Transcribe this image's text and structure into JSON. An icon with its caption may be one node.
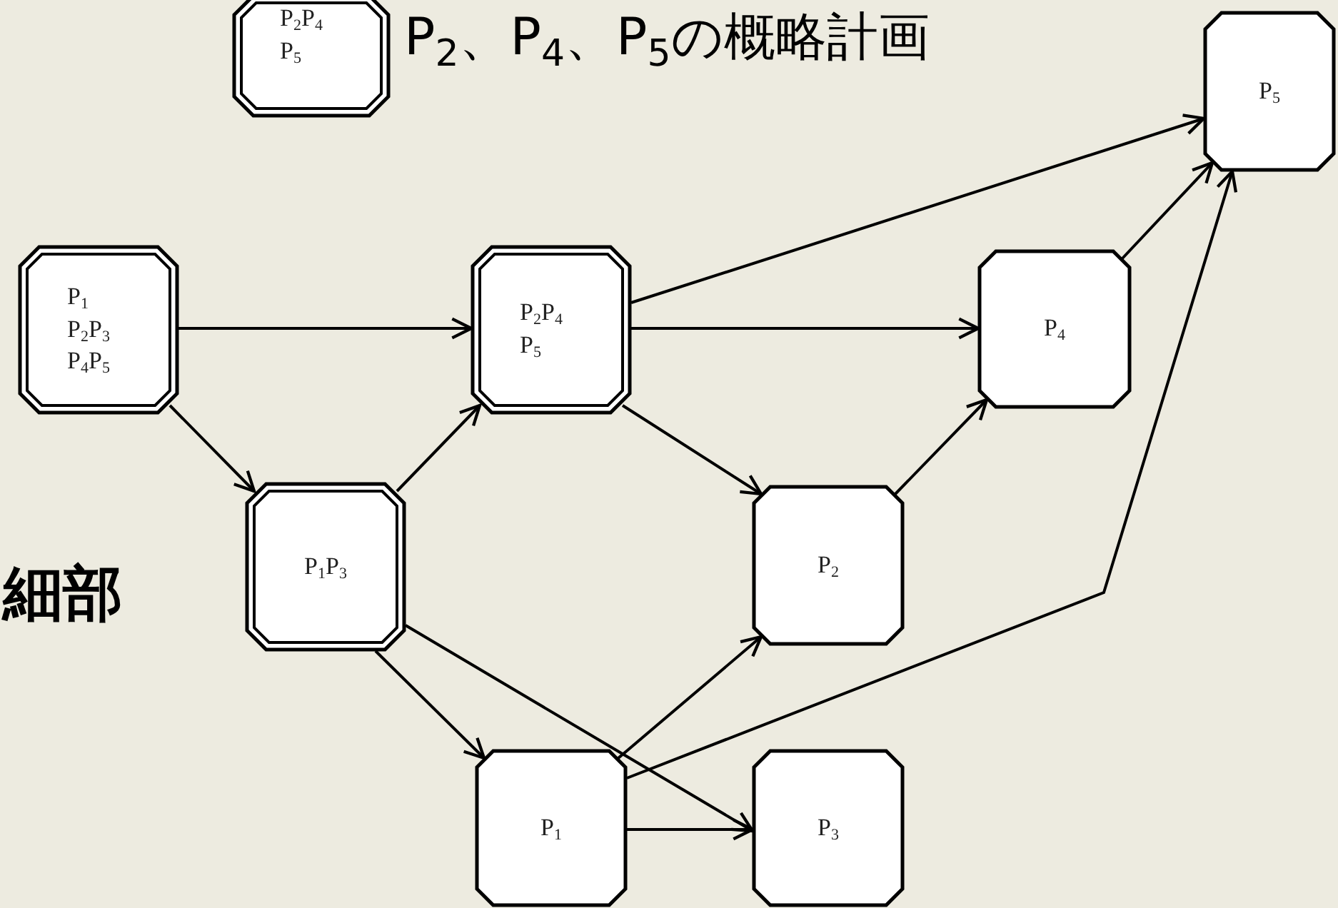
{
  "diagram": {
    "nodes": [
      {
        "text": [
          "P$_{2}$P$_{4}$ P$_{5}$"
        ],
        "beside": [
          "P$_{2}$、P$_{4}$、P$_{5}$の概略計画"
        ]
      },
      {
        "text": [
          "P$_{1}$ P$_{2}$P$_{3}$ P$_{4}$P$_{5}$"
        ]
      },
      {
        "text": [
          "P$_{2}$P$_{4}$ P$_{5}$"
        ]
      },
      {
        "text": [
          "P$_{1}$P$_{3}$"
        ]
      },
      {
        "text": [
          "P$_{4}$"
        ]
      },
      {
        "text": [
          "P$_{5}$"
        ]
      },
      {
        "text": [
          "P$_{2}$"
        ]
      },
      {
        "text": [
          "P$_{1}$"
        ]
      },
      {
        "text": [
          "P$_{3}$"
        ]
      }
    ],
    "edges": [
      {
        "from": 1,
        "to": 2,
        "arrow": "to"
      },
      {
        "from": 1,
        "to": 3,
        "arrow": "to"
      },
      {
        "from": 3,
        "to": 2,
        "arrow": "to"
      },
      {
        "from": 2,
        "to": 5,
        "arrow": "to"
      },
      {
        "from": 2,
        "to": 4,
        "arrow": "to"
      },
      {
        "from": 2,
        "to": 6,
        "arrow": "to"
      },
      {
        "from": 6,
        "to": 4,
        "arrow": "to"
      },
      {
        "from": 4,
        "to": 5,
        "arrow": "to"
      },
      {
        "from": 3,
        "to": 7,
        "arrow": "to"
      },
      {
        "from": 3,
        "to": 8,
        "arrow": "to"
      },
      {
        "from": 7,
        "to": 6,
        "arrow": "to"
      },
      {
        "from": 7,
        "to": 8,
        "arrow": "to"
      },
      {
        "from": 7,
        "to": 5,
        "arrow": "to"
      }
    ],
    "labels": [
      "細部"
    ]
  }
}
